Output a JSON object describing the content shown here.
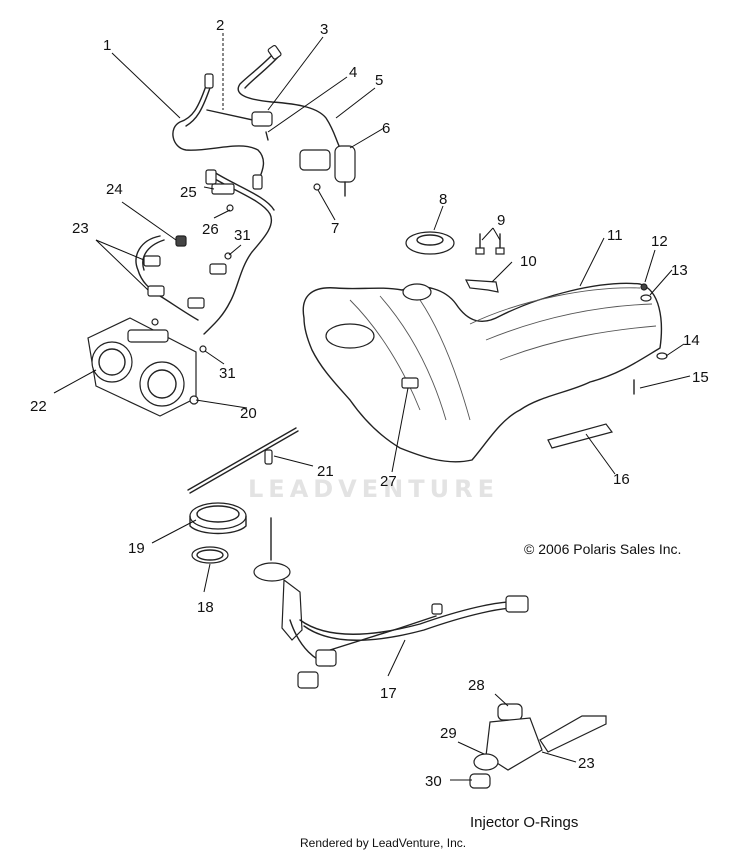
{
  "callouts": [
    "1",
    "2",
    "3",
    "4",
    "5",
    "6",
    "7",
    "8",
    "9",
    "10",
    "11",
    "12",
    "13",
    "14",
    "15",
    "16",
    "17",
    "18",
    "19",
    "20",
    "21",
    "22",
    "23",
    "24",
    "25",
    "26",
    "27",
    "28",
    "29",
    "30",
    "31"
  ],
  "watermark": "LEADVENTURE",
  "copyright": "© 2006 Polaris Sales Inc.",
  "inset_title": "Injector O-Rings",
  "footer": "Rendered by LeadVenture, Inc."
}
